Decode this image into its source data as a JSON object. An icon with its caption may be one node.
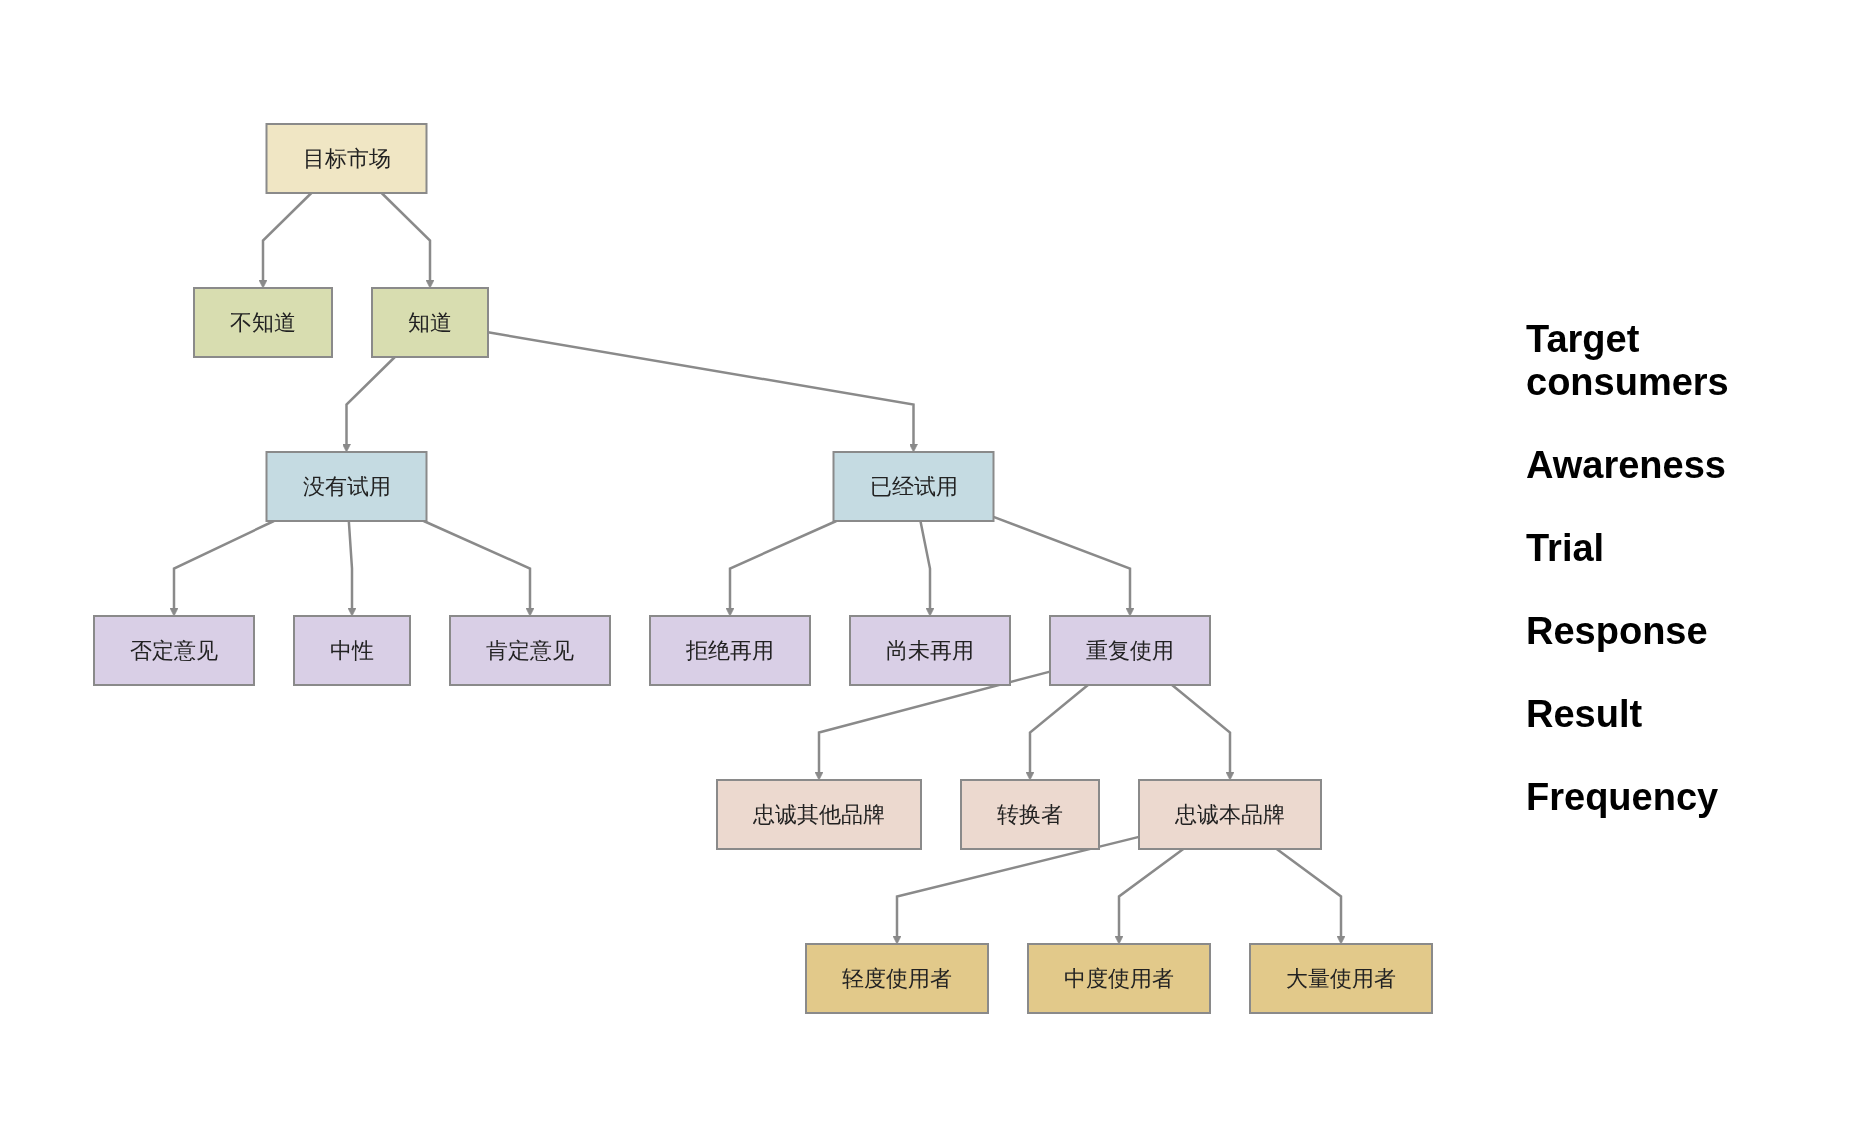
{
  "diagram": {
    "nodes": [
      {
        "text": [
          "目标市场"
        ]
      },
      {
        "text": [
          "不知道"
        ]
      },
      {
        "text": [
          "知道"
        ]
      },
      {
        "text": [
          "没有试用"
        ]
      },
      {
        "text": [
          "已经试用"
        ]
      },
      {
        "text": [
          "否定意见"
        ]
      },
      {
        "text": [
          "中性"
        ]
      },
      {
        "text": [
          "肯定意见"
        ]
      },
      {
        "text": [
          "拒绝再用"
        ]
      },
      {
        "text": [
          "尚未再用"
        ]
      },
      {
        "text": [
          "重复使用"
        ]
      },
      {
        "text": [
          "忠诚其他品牌"
        ]
      },
      {
        "text": [
          "转换者"
        ]
      },
      {
        "text": [
          "忠诚本品牌"
        ]
      },
      {
        "text": [
          "轻度使用者"
        ]
      },
      {
        "text": [
          "中度使用者"
        ]
      },
      {
        "text": [
          "大量使用者"
        ]
      }
    ],
    "edges": [
      {
        "from": 0,
        "to": 1,
        "arrow": "to"
      },
      {
        "from": 0,
        "to": 2,
        "arrow": "to"
      },
      {
        "from": 2,
        "to": 3,
        "arrow": "to"
      },
      {
        "from": 2,
        "to": 4,
        "arrow": "to"
      },
      {
        "from": 3,
        "to": 5,
        "arrow": "to"
      },
      {
        "from": 3,
        "to": 6,
        "arrow": "to"
      },
      {
        "from": 3,
        "to": 7,
        "arrow": "to"
      },
      {
        "from": 4,
        "to": 8,
        "arrow": "to"
      },
      {
        "from": 4,
        "to": 9,
        "arrow": "to"
      },
      {
        "from": 4,
        "to": 10,
        "arrow": "to"
      },
      {
        "from": 10,
        "to": 11,
        "arrow": "to"
      },
      {
        "from": 10,
        "to": 12,
        "arrow": "to"
      },
      {
        "from": 10,
        "to": 13,
        "arrow": "to"
      },
      {
        "from": 13,
        "to": 14,
        "arrow": "to"
      },
      {
        "from": 13,
        "to": 15,
        "arrow": "to"
      },
      {
        "from": 13,
        "to": 16,
        "arrow": "to"
      }
    ],
    "labels": [
      "Target consumers",
      "Awareness",
      "Trial",
      "Response",
      "Result",
      "Frequency"
    ]
  }
}
